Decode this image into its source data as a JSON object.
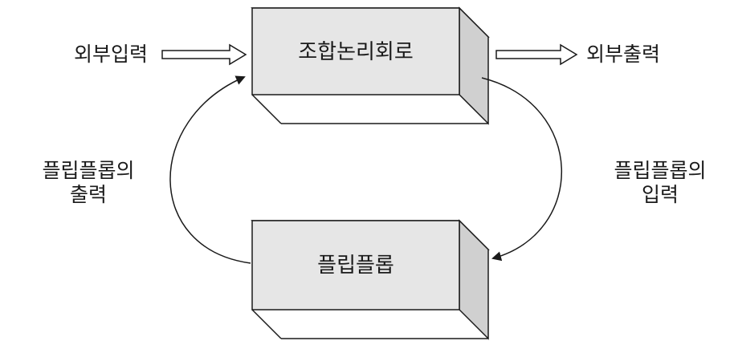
{
  "colors": {
    "box_front": "#e6e6e6",
    "box_top": "#f3f3f3",
    "box_side": "#d0d0d0",
    "stroke": "#1a1a1a",
    "background": "#ffffff"
  },
  "nodes": {
    "combinational_logic": {
      "label": "조합논리회로"
    },
    "flip_flop": {
      "label": "플립플롭"
    }
  },
  "edges": {
    "external_input": {
      "label": "외부입력"
    },
    "external_output": {
      "label": "외부출력"
    },
    "flipflop_input": {
      "label_line1": "플립플롭의",
      "label_line2": "입력"
    },
    "flipflop_output": {
      "label_line1": "플립플롭의",
      "label_line2": "출력"
    }
  }
}
